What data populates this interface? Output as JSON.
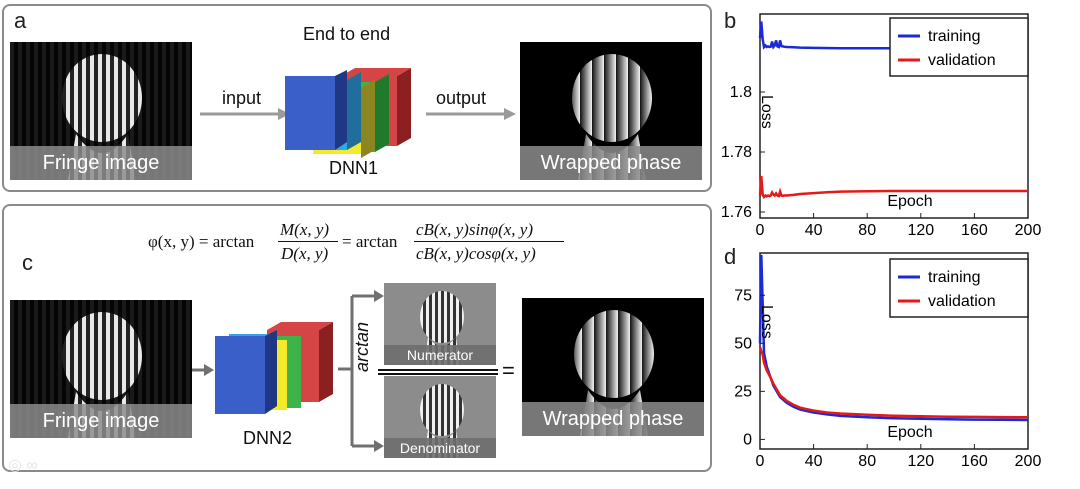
{
  "panels": {
    "a": {
      "letter": "a",
      "title": "End to end",
      "input_label": "input",
      "output_label": "output",
      "network": "DNN1",
      "fringe_caption": "Fringe image",
      "phase_caption": "Wrapped phase"
    },
    "c": {
      "letter": "c",
      "formula": {
        "lhs": "φ(x, y) = arctan",
        "frac1_num": "M(x, y)",
        "frac1_den": "D(x, y)",
        "mid": "= arctan",
        "frac2_num": "cB(x, y)sinφ(x, y)",
        "frac2_den": "cB(x, y)cosφ(x, y)"
      },
      "network": "DNN2",
      "fringe_caption": "Fringe image",
      "phase_caption": "Wrapped phase",
      "arctan_label": "arctan",
      "numerator_caption": "Numerator",
      "denominator_caption": "Denominator",
      "equals": "="
    },
    "b": {
      "letter": "b"
    },
    "d": {
      "letter": "d"
    }
  },
  "colors": {
    "training": "#1a2ad6",
    "validation": "#e61919",
    "dnn_blue": "#3a5fc8",
    "dnn_cyan": "#2fa8e8",
    "dnn_yellow": "#f2ea2a",
    "dnn_green": "#3db34a",
    "dnn_red": "#d64545"
  },
  "chart_data": [
    {
      "type": "line",
      "panel": "b",
      "ylabel": "Loss",
      "xlabel": "Epoch",
      "xlim": [
        0,
        200
      ],
      "ylim": [
        1.758,
        1.826
      ],
      "x_ticks": [
        "0",
        "40",
        "80",
        "120",
        "160",
        "200"
      ],
      "y_ticks": [
        "1.8",
        "1.78",
        "1.76"
      ],
      "legend": [
        "training",
        "validation"
      ],
      "legend_position": "top-right",
      "series": [
        {
          "name": "training",
          "x": [
            0,
            1,
            2,
            3,
            4,
            5,
            6,
            7,
            8,
            9,
            10,
            11,
            12,
            13,
            14,
            15,
            16,
            17,
            18,
            20,
            25,
            30,
            40,
            60,
            80,
            100,
            120,
            140,
            160,
            180,
            200
          ],
          "y": [
            1.818,
            1.8235,
            1.8175,
            1.815,
            1.8155,
            1.815,
            1.8152,
            1.815,
            1.8151,
            1.8168,
            1.815,
            1.8155,
            1.8172,
            1.8152,
            1.815,
            1.8172,
            1.8153,
            1.8152,
            1.8151,
            1.815,
            1.8149,
            1.8148,
            1.8147,
            1.8146,
            1.8146,
            1.8146,
            1.8146,
            1.8146,
            1.8146,
            1.8146,
            1.8146
          ]
        },
        {
          "name": "validation",
          "x": [
            0,
            1,
            2,
            3,
            4,
            5,
            6,
            7,
            8,
            9,
            10,
            11,
            12,
            13,
            14,
            15,
            16,
            17,
            18,
            20,
            25,
            30,
            40,
            50,
            60,
            80,
            100,
            120,
            140,
            160,
            180,
            200
          ],
          "y": [
            1.7655,
            1.772,
            1.7658,
            1.765,
            1.7655,
            1.7652,
            1.7655,
            1.7653,
            1.7655,
            1.7665,
            1.7658,
            1.7655,
            1.7662,
            1.7655,
            1.7653,
            1.7668,
            1.7655,
            1.7654,
            1.7655,
            1.7655,
            1.7657,
            1.766,
            1.7663,
            1.7666,
            1.7668,
            1.7669,
            1.767,
            1.767,
            1.767,
            1.767,
            1.767,
            1.767
          ]
        }
      ]
    },
    {
      "type": "line",
      "panel": "d",
      "ylabel": "Loss",
      "xlabel": "Epoch",
      "xlim": [
        0,
        200
      ],
      "ylim": [
        -5,
        97
      ],
      "x_ticks": [
        "0",
        "40",
        "80",
        "120",
        "160",
        "200"
      ],
      "y_ticks": [
        "75",
        "50",
        "25",
        "0"
      ],
      "legend": [
        "training",
        "validation"
      ],
      "legend_position": "top-right",
      "series": [
        {
          "name": "training",
          "x": [
            0,
            1,
            2,
            3,
            5,
            8,
            10,
            15,
            20,
            25,
            30,
            40,
            50,
            60,
            80,
            100,
            120,
            140,
            160,
            180,
            200
          ],
          "y": [
            50,
            96,
            70,
            45,
            38,
            32,
            28,
            22,
            19,
            17,
            15.5,
            14,
            13,
            12.2,
            11.5,
            11,
            10.7,
            10.5,
            10.3,
            10.2,
            10.1
          ]
        },
        {
          "name": "validation",
          "x": [
            0,
            1,
            2,
            3,
            5,
            8,
            10,
            15,
            20,
            25,
            30,
            40,
            50,
            60,
            80,
            100,
            120,
            140,
            160,
            180,
            200
          ],
          "y": [
            48,
            46,
            44,
            40,
            36,
            32,
            29,
            23,
            20,
            18,
            16.5,
            15,
            14,
            13.5,
            12.8,
            12.3,
            12,
            11.8,
            11.7,
            11.6,
            11.5
          ]
        }
      ]
    }
  ]
}
